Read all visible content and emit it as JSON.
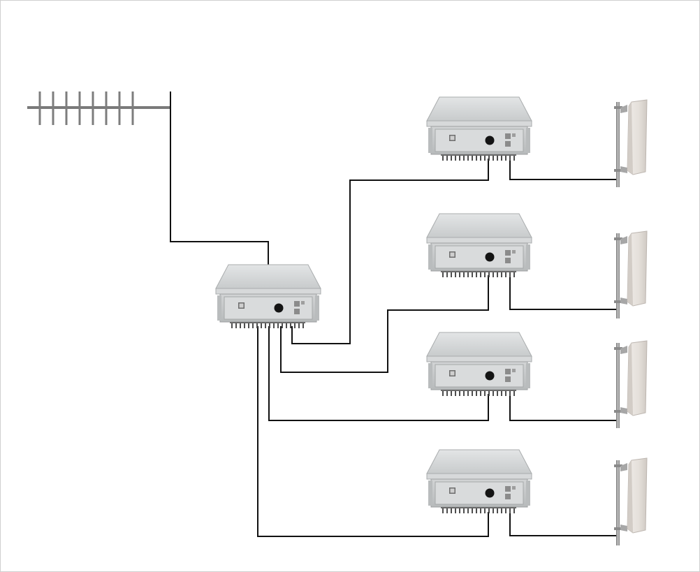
{
  "diagram": {
    "nodes": [
      {
        "id": "donor-yagi-antenna",
        "kind": "yagi-antenna",
        "icon": "yagi-antenna-icon"
      },
      {
        "id": "master-repeater",
        "kind": "repeater-unit",
        "icon": "repeater-icon"
      },
      {
        "id": "remote-repeater-1",
        "kind": "repeater-unit",
        "icon": "repeater-icon"
      },
      {
        "id": "remote-repeater-2",
        "kind": "repeater-unit",
        "icon": "repeater-icon"
      },
      {
        "id": "remote-repeater-3",
        "kind": "repeater-unit",
        "icon": "repeater-icon"
      },
      {
        "id": "remote-repeater-4",
        "kind": "repeater-unit",
        "icon": "repeater-icon"
      },
      {
        "id": "service-panel-antenna-1",
        "kind": "panel-antenna",
        "icon": "panel-antenna-icon"
      },
      {
        "id": "service-panel-antenna-2",
        "kind": "panel-antenna",
        "icon": "panel-antenna-icon"
      },
      {
        "id": "service-panel-antenna-3",
        "kind": "panel-antenna",
        "icon": "panel-antenna-icon"
      },
      {
        "id": "service-panel-antenna-4",
        "kind": "panel-antenna",
        "icon": "panel-antenna-icon"
      }
    ],
    "links": [
      {
        "from": "donor-yagi-antenna",
        "to": "master-repeater"
      },
      {
        "from": "master-repeater",
        "to": "remote-repeater-1"
      },
      {
        "from": "master-repeater",
        "to": "remote-repeater-2"
      },
      {
        "from": "master-repeater",
        "to": "remote-repeater-3"
      },
      {
        "from": "master-repeater",
        "to": "remote-repeater-4"
      },
      {
        "from": "remote-repeater-1",
        "to": "service-panel-antenna-1"
      },
      {
        "from": "remote-repeater-2",
        "to": "service-panel-antenna-2"
      },
      {
        "from": "remote-repeater-3",
        "to": "service-panel-antenna-3"
      },
      {
        "from": "remote-repeater-4",
        "to": "service-panel-antenna-4"
      }
    ],
    "colors": {
      "cable": "#111111",
      "repeater_body": "#cfd2d3",
      "repeater_top": "#dcdedf",
      "heatsink": "#555555",
      "antenna_panel": "#e7e2dd",
      "mast": "#8e8e8e"
    }
  }
}
